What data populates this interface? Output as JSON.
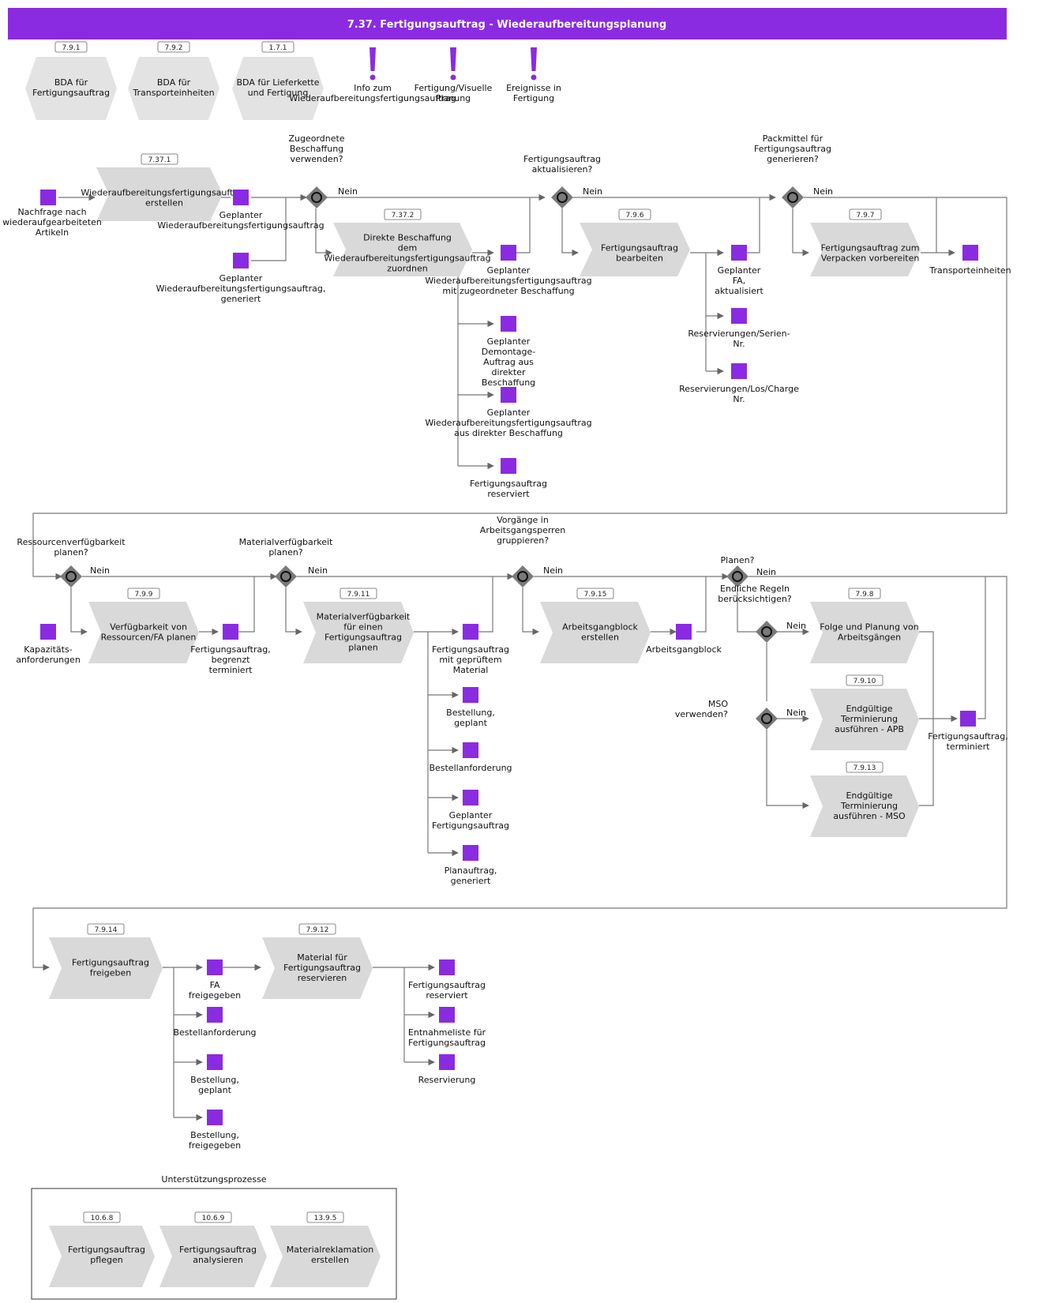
{
  "header": {
    "title": "7.37. Fertigungsauftrag - Wiederaufbereitungsplanung"
  },
  "colors": {
    "accent": "#8a2be2",
    "event": "#8a2be2",
    "process": "#d9d9d9",
    "gateway": "#7a7a7a"
  },
  "top_refs": [
    {
      "ref": "7.9.1",
      "label": [
        "BDA für",
        "Fertigungsauftrag"
      ]
    },
    {
      "ref": "7.9.2",
      "label": [
        "BDA für",
        "Transporteinheiten"
      ]
    },
    {
      "ref": "1.7.1",
      "label": [
        "BDA für Lieferkette",
        "und Fertigung"
      ]
    }
  ],
  "top_infos": [
    {
      "label": [
        "Info zum",
        "Wiederaufbereitungsfertigungsauftrag"
      ]
    },
    {
      "label": [
        "Fertigung/Visuelle",
        "Planung"
      ]
    },
    {
      "label": [
        "Ereignisse in",
        "Fertigung"
      ]
    }
  ],
  "processes": [
    {
      "ref": "7.37.1",
      "label": [
        "Wiederaufbereitungsfertigungsauftrag",
        "erstellen"
      ]
    },
    {
      "ref": "7.37.2",
      "label": [
        "Direkte Beschaffung",
        "dem",
        "Wiederaufbereitungsfertigungsauftrag",
        "zuordnen"
      ]
    },
    {
      "ref": "7.9.6",
      "label": [
        "Fertigungsauftrag",
        "bearbeiten"
      ]
    },
    {
      "ref": "7.9.7",
      "label": [
        "Fertigungsauftrag zum",
        "Verpacken vorbereiten"
      ]
    },
    {
      "ref": "7.9.9",
      "label": [
        "Verfügbarkeit von",
        "Ressourcen/FA planen"
      ]
    },
    {
      "ref": "7.9.11",
      "label": [
        "Materialverfügbarkeit",
        "für einen",
        "Fertigungsauftrag",
        "planen"
      ]
    },
    {
      "ref": "7.9.15",
      "label": [
        "Arbeitsgangblock",
        "erstellen"
      ]
    },
    {
      "ref": "7.9.8",
      "label": [
        "Folge und Planung von",
        "Arbeitsgängen"
      ]
    },
    {
      "ref": "7.9.10",
      "label": [
        "Endgültige",
        "Terminierung",
        "ausführen - APB"
      ]
    },
    {
      "ref": "7.9.13",
      "label": [
        "Endgültige",
        "Terminierung",
        "ausführen - MSO"
      ]
    },
    {
      "ref": "7.9.14",
      "label": [
        "Fertigungsauftrag",
        "freigeben"
      ]
    },
    {
      "ref": "7.9.12",
      "label": [
        "Material für",
        "Fertigungsauftrag",
        "reservieren"
      ]
    }
  ],
  "gateways": [
    {
      "question": [
        "Zugeordnete",
        "Beschaffung",
        "verwenden?"
      ],
      "no": "Nein"
    },
    {
      "question": [
        "Fertigungsauftrag",
        "aktualisieren?"
      ],
      "no": "Nein"
    },
    {
      "question": [
        "Packmittel für",
        "Fertigungsauftrag",
        "generieren?"
      ],
      "no": "Nein"
    },
    {
      "question": [
        "Ressourcenverfügbarkeit",
        "planen?"
      ],
      "no": "Nein"
    },
    {
      "question": [
        "Materialverfügbarkeit",
        "planen?"
      ],
      "no": "Nein"
    },
    {
      "question": [
        "Vorgänge in",
        "Arbeitsgangsperren",
        "gruppieren?"
      ],
      "no": "Nein"
    },
    {
      "question": [
        "Planen?"
      ],
      "no": "Nein"
    },
    {
      "question": [
        "Endliche Regeln",
        "berücksichtigen?"
      ],
      "no": "Nein"
    },
    {
      "question": [
        "MSO",
        "verwenden?"
      ],
      "no": "Nein"
    }
  ],
  "events": [
    {
      "label": [
        "Nachfrage nach",
        "wiederaufgearbeiteten",
        "Artikeln"
      ]
    },
    {
      "label": [
        "Geplanter",
        "Wiederaufbereitungsfertigungsauftrag"
      ]
    },
    {
      "label": [
        "Geplanter",
        "Wiederaufbereitungsfertigungsauftrag,",
        "generiert"
      ]
    },
    {
      "label": [
        "Geplanter",
        "Wiederaufbereitungsfertigungsauftrag",
        "mit zugeordneter Beschaffung"
      ]
    },
    {
      "label": [
        "Geplanter",
        "Demontage-",
        "Auftrag aus",
        "direkter",
        "Beschaffung"
      ]
    },
    {
      "label": [
        "Geplanter",
        "Wiederaufbereitungsfertigungsauftrag",
        "aus direkter Beschaffung"
      ]
    },
    {
      "label": [
        "Fertigungsauftrag",
        "reserviert"
      ]
    },
    {
      "label": [
        "Geplanter",
        "FA,",
        "aktualisiert"
      ]
    },
    {
      "label": [
        "Reservierungen/Serien-",
        "Nr."
      ]
    },
    {
      "label": [
        "Reservierungen/Los/Charge",
        "Nr."
      ]
    },
    {
      "label": [
        "Transporteinheiten"
      ]
    },
    {
      "label": [
        "Kapazitäts-",
        "anforderungen"
      ]
    },
    {
      "label": [
        "Fertigungsauftrag,",
        "begrenzt",
        "terminiert"
      ]
    },
    {
      "label": [
        "Fertigungsauftrag",
        "mit geprüftem",
        "Material"
      ]
    },
    {
      "label": [
        "Bestellung,",
        "geplant"
      ]
    },
    {
      "label": [
        "Bestellanforderung"
      ]
    },
    {
      "label": [
        "Geplanter",
        "Fertigungsauftrag"
      ]
    },
    {
      "label": [
        "Planauftrag,",
        "generiert"
      ]
    },
    {
      "label": [
        "Arbeitsgangblock"
      ]
    },
    {
      "label": [
        "Fertigungsauftrag,",
        "terminiert"
      ]
    },
    {
      "label": [
        "FA",
        "freigegeben"
      ]
    },
    {
      "label": [
        "Bestellanforderung"
      ]
    },
    {
      "label": [
        "Bestellung,",
        "geplant"
      ]
    },
    {
      "label": [
        "Bestellung,",
        "freigegeben"
      ]
    },
    {
      "label": [
        "Fertigungsauftrag",
        "reserviert"
      ]
    },
    {
      "label": [
        "Entnahmeliste für",
        "Fertigungsauftrag"
      ]
    },
    {
      "label": [
        "Reservierung"
      ]
    }
  ],
  "support": {
    "title": "Unterstützungsprozesse",
    "items": [
      {
        "ref": "10.6.8",
        "label": [
          "Fertigungsauftrag",
          "pflegen"
        ]
      },
      {
        "ref": "10.6.9",
        "label": [
          "Fertigungsauftrag",
          "analysieren"
        ]
      },
      {
        "ref": "13.9.5",
        "label": [
          "Materialreklamation",
          "erstellen"
        ]
      }
    ]
  }
}
